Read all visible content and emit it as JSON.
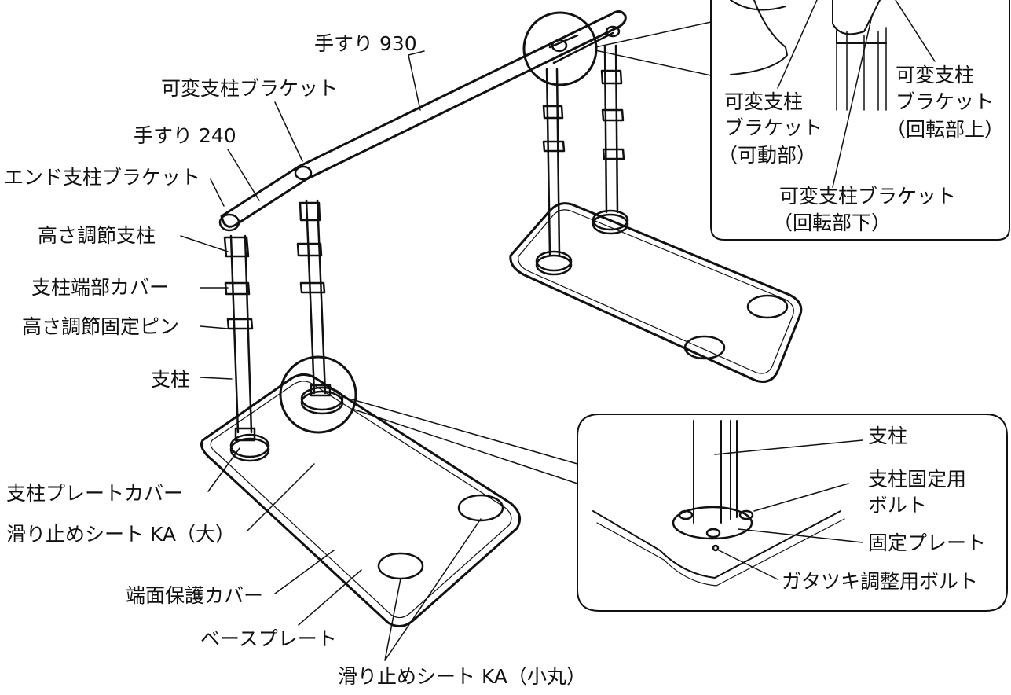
{
  "labels": {
    "handrail_930": "手すり 930",
    "var_bracket": "可変支柱ブラケット",
    "handrail_240": "手すり 240",
    "end_bracket": "エンド支柱ブラケット",
    "height_post": "高さ調節支柱",
    "post_end_cover": "支柱端部カバー",
    "height_pin": "高さ調節固定ピン",
    "post": "支柱",
    "post_plate_cover": "支柱プレートカバー",
    "antislip_large": "滑り止めシート KA（大）",
    "edge_cover": "端面保護カバー",
    "base_plate": "ベースプレート",
    "antislip_small": "滑り止めシート KA（小丸）"
  },
  "top_detail": {
    "movable": [
      "可変支柱",
      "ブラケット",
      "（可動部）"
    ],
    "rot_upper": [
      "可変支柱",
      "ブラケット",
      "（回転部上）"
    ],
    "rot_lower": [
      "可変支柱ブラケット",
      "（回転部下）"
    ]
  },
  "bottom_detail": {
    "post": "支柱",
    "fix_bolt": [
      "支柱固定用",
      "ボルト"
    ],
    "fix_plate": "固定プレート",
    "adjust_bolt": "ガタツキ調整用ボルト"
  }
}
